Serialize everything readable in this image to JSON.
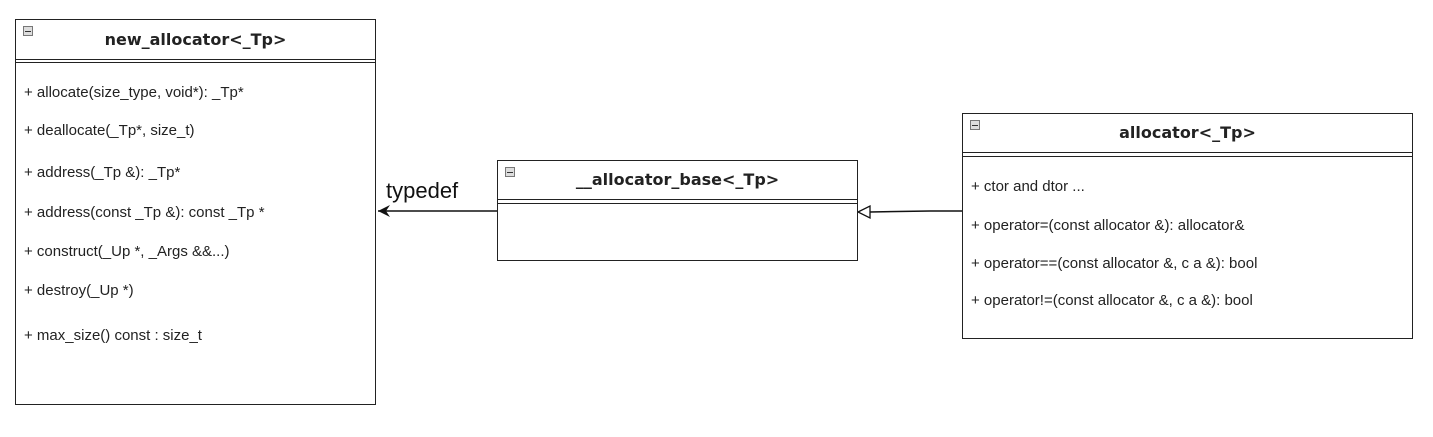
{
  "classes": {
    "new_allocator": {
      "title": "new_allocator<_Tp>",
      "methods": [
        "+ allocate(size_type, void*): _Tp*",
        "+ deallocate(_Tp*, size_t)",
        "+ address(_Tp &): _Tp*",
        "+ address(const _Tp &): const _Tp *",
        "+ construct(_Up *, _Args &&...)",
        "+ destroy(_Up *)",
        "+ max_size() const : size_t"
      ]
    },
    "allocator_base": {
      "title": "__allocator_base<_Tp>"
    },
    "allocator": {
      "title": "allocator<_Tp>",
      "methods": [
        "+ ctor and dtor ...",
        "+ operator=(const allocator &): allocator&",
        "+ operator==(const allocator &, c a &): bool",
        "+ operator!=(const allocator &, c a &): bool"
      ]
    }
  },
  "edges": {
    "typedef_label": "typedef"
  }
}
